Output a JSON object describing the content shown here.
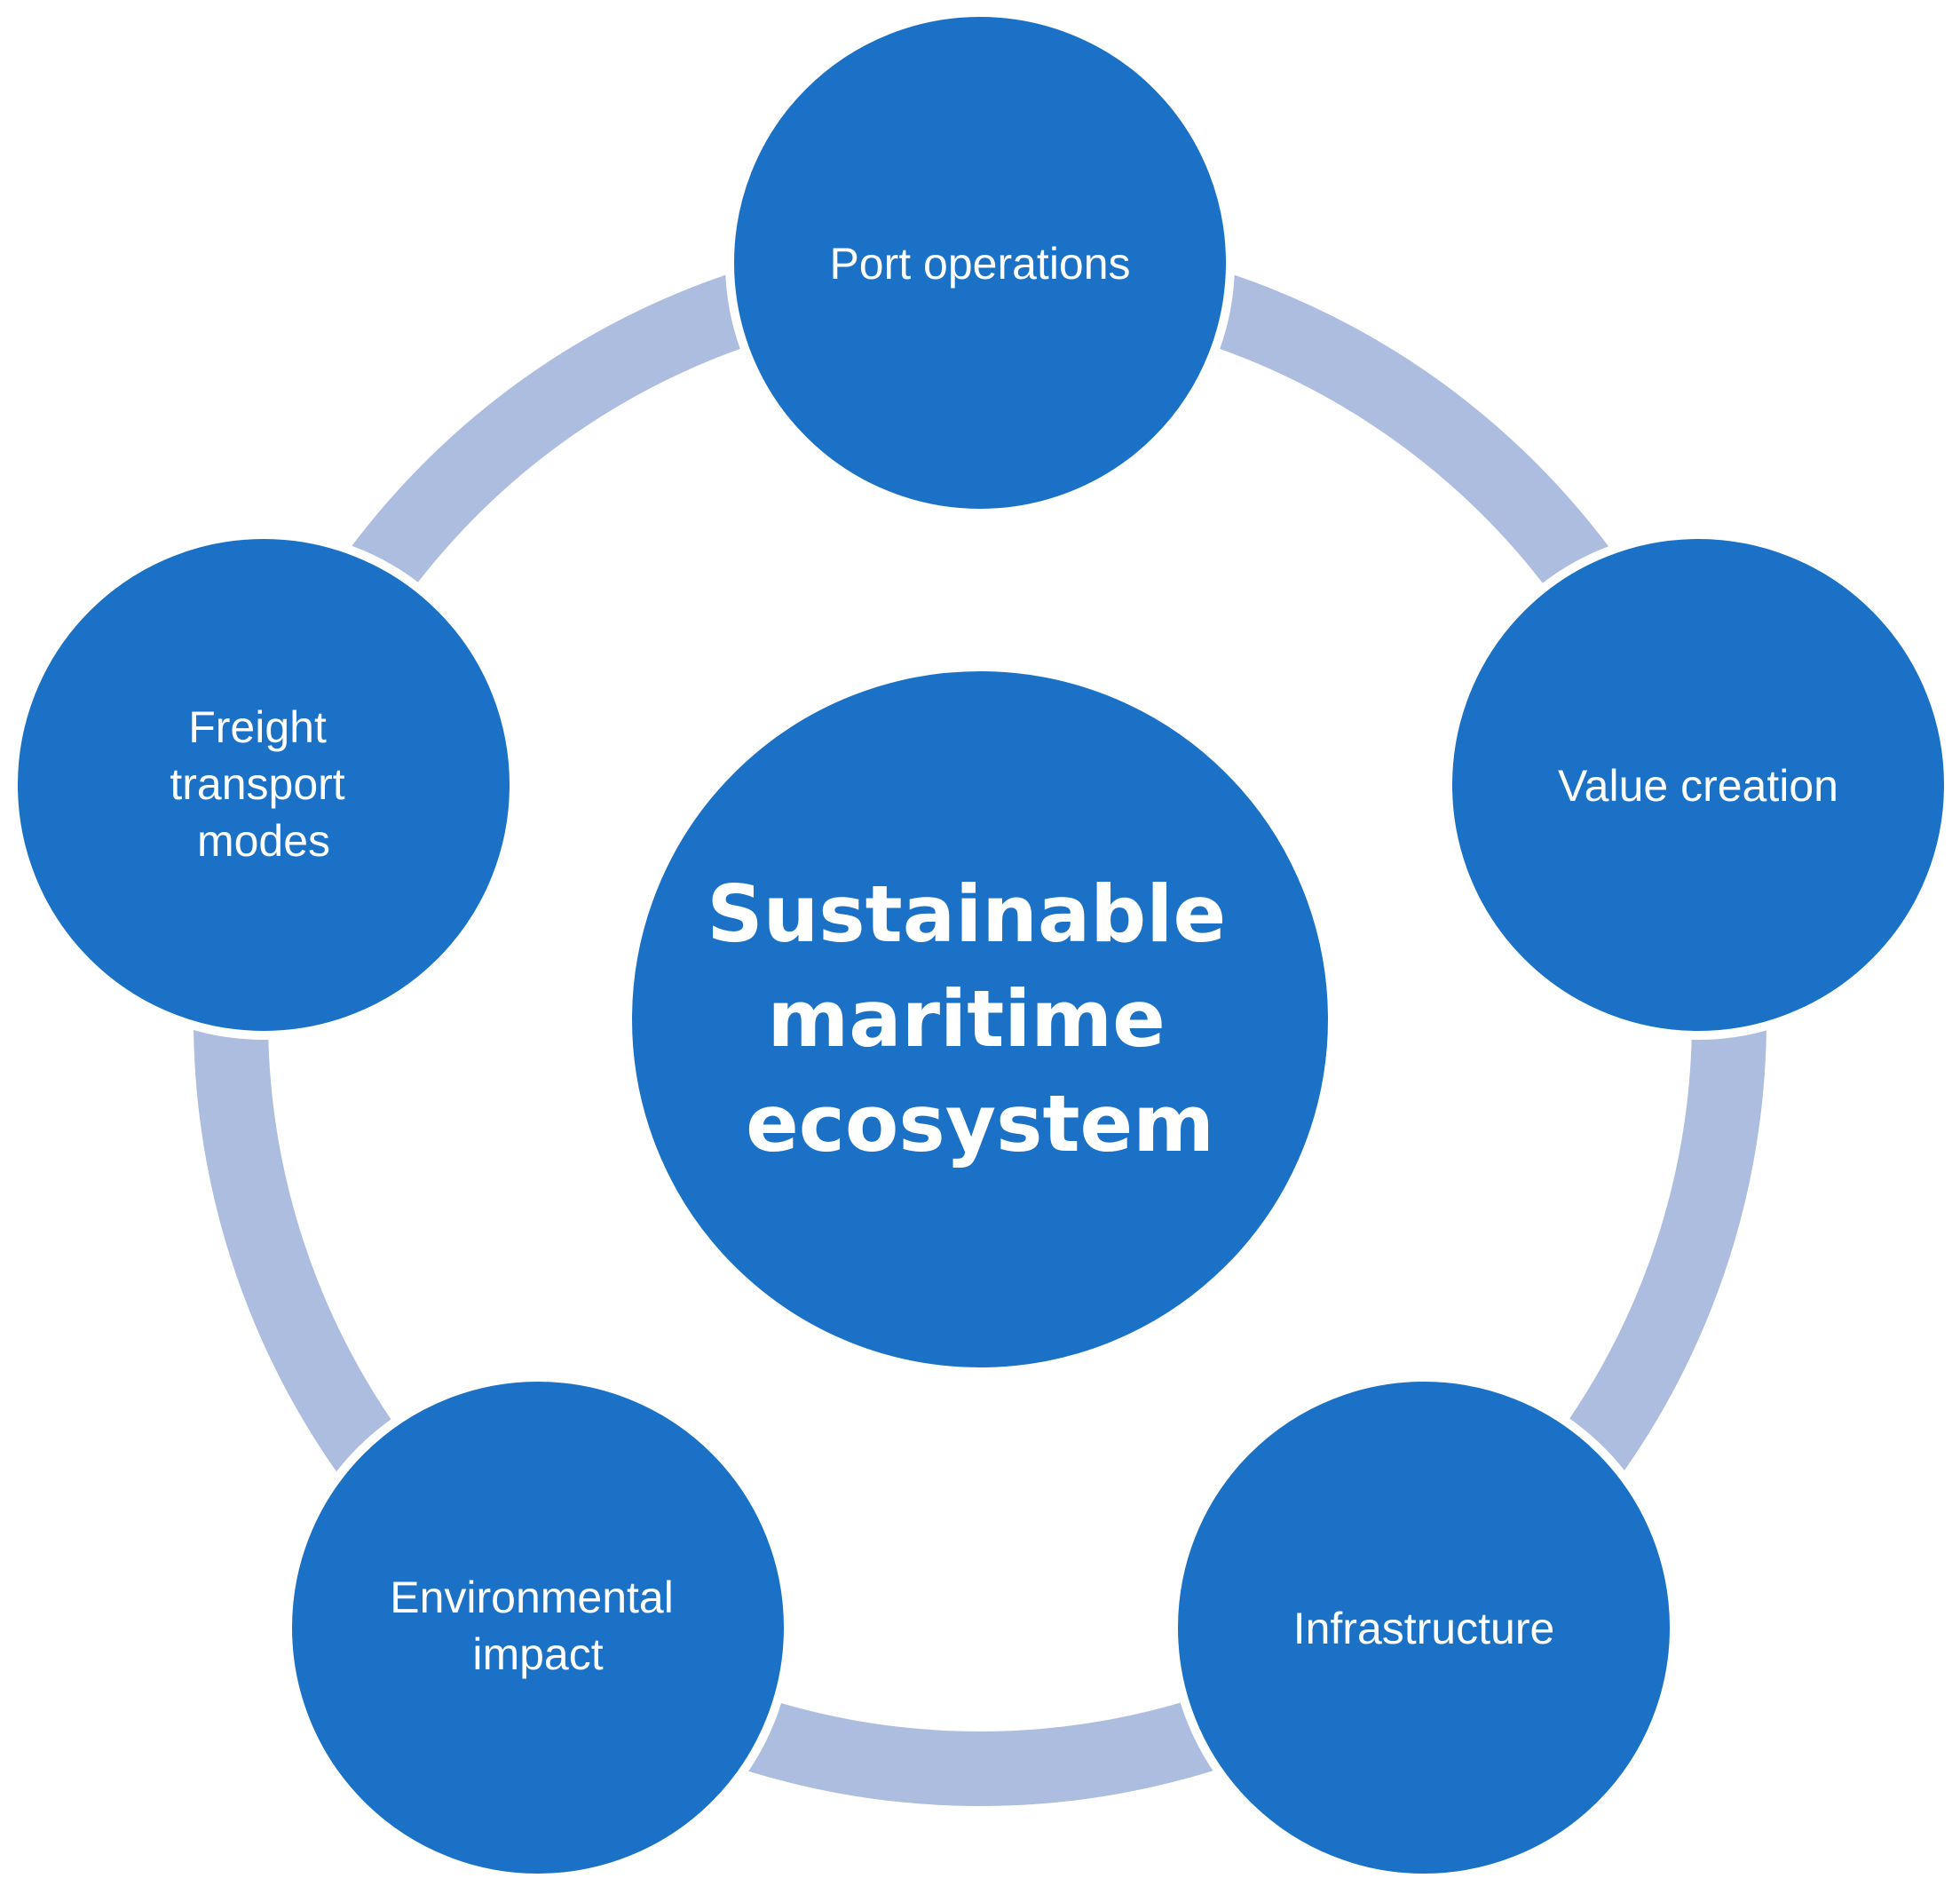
{
  "diagram": {
    "center": {
      "lines": [
        "Sustainable",
        "maritime",
        "ecosystem"
      ]
    },
    "nodes": [
      {
        "id": "port-operations",
        "lines": [
          "Port operations"
        ]
      },
      {
        "id": "value-creation",
        "lines": [
          "Value creation"
        ]
      },
      {
        "id": "infrastructure",
        "lines": [
          "Infrastructure"
        ]
      },
      {
        "id": "environmental-impact",
        "lines": [
          "Environmental",
          "impact"
        ]
      },
      {
        "id": "freight-transport-modes",
        "lines": [
          "Freight",
          "transport",
          "modes"
        ]
      }
    ],
    "colors": {
      "node_fill": "#1a71c5",
      "ring": "#adbde0",
      "node_outline": "#ffffff",
      "text": "#ffffff"
    }
  }
}
